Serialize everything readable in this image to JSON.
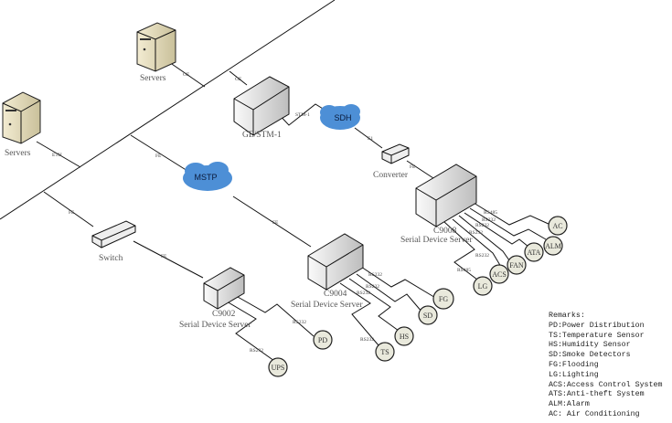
{
  "servers": [
    {
      "label": "Servers",
      "link": "GE"
    },
    {
      "label": "Servers",
      "link": "ETH"
    }
  ],
  "ge_stm": {
    "label": "GE/STM-1",
    "uplink": "GE",
    "downlink": "STM-1"
  },
  "clouds": {
    "sdh": "SDH",
    "mstp": "MSTP"
  },
  "converter": {
    "label": "Converter",
    "in_link": "E1",
    "out_link": "FE"
  },
  "mstp_links": {
    "in": "FE",
    "out": "FE"
  },
  "switch": {
    "label": "Switch",
    "uplink": "FE",
    "downlink": "FE"
  },
  "c9002": {
    "model": "C9002",
    "label": "Serial Device Server",
    "links": [
      "RS232",
      "RS232"
    ]
  },
  "c9004": {
    "model": "C9004",
    "label": "Serial Device Server",
    "links": [
      "RS232",
      "RS232",
      "RS232",
      "RS232"
    ]
  },
  "c9008": {
    "model": "C9008",
    "label": "Serial Device Server",
    "links": [
      "RS485",
      "RS232",
      "RS232",
      "RS232",
      "RS232",
      "RS485"
    ]
  },
  "devices": [
    "PD",
    "UPS",
    "TS",
    "HS",
    "SD",
    "FG",
    "LG",
    "ACS",
    "FAN",
    "ATA",
    "ALM",
    "AC"
  ],
  "remarks": {
    "title": "Remarks:",
    "items": [
      "PD:Power Distribution",
      "TS:Temperature Sensor",
      "HS:Humidity Sensor",
      "SD:Smoke Detectors",
      "FG:Flooding",
      "LG:Lighting",
      "ACS:Access Control System",
      "ATS:Anti-theft System",
      "ALM:Alarm",
      "AC: Air Conditioning"
    ]
  },
  "colors": {
    "cloud": "#4d8fd6",
    "device": "#e9e9dc",
    "box": "#d8d8d8"
  }
}
